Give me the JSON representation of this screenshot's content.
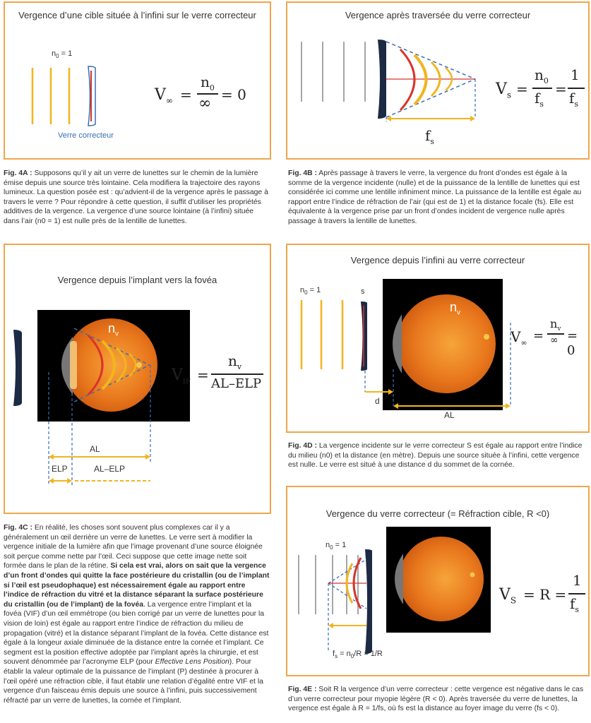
{
  "panelA": {
    "title": "Vergence d’une cible située à l’infini sur le verre correcteur",
    "n0": "n",
    "n0_sub": "0",
    "n0_value": " = 1",
    "lens_label": "Verre correcteur",
    "formula": {
      "V": "V",
      "V_sub": "∞",
      "eq1": "=",
      "num": "n",
      "num_sub": "0",
      "den": "∞",
      "eq2": "= 0"
    },
    "caption_fig": "Fig. 4A :",
    "caption": " Supposons qu’il y ait un verre de lunettes sur le chemin de la lumière émise depuis une source très lointaine. Cela modifiera la trajectoire des rayons lumineux. La question posée est : qu’advient-il de la vergence après le passage à travers le verre ? Pour répondre à cette question, il suffit d’utiliser les propriétés additives de la vergence. La vergence d’une source lointaine (à l’infini) située dans l’air (n0 = 1) est nulle près de la lentille de lunettes."
  },
  "panelB": {
    "title": "Vergence après traversée du verre correcteur",
    "fs": "f",
    "fs_sub": "s",
    "formula": {
      "V": "V",
      "V_sub": "s",
      "eq1": "=",
      "num": "n",
      "num_sub": "0",
      "den": "f",
      "den_sub": "s",
      "eq2": "=",
      "num2": "1",
      "den2": "f",
      "den2_sub": "s"
    },
    "caption_fig": "Fig. 4B :",
    "caption": " Après passage à travers le verre, la vergence du front d’ondes est égale à la somme de la vergence incidente (nulle) et de la puissance de la lentille de lunettes qui est considérée ici comme une lentille infiniment mince. La puissance de la lentille est égale au rapport entre l’indice de réfraction de l’air (qui est de 1) et la distance focale (fs). Elle est équivalente à la vergence prise par un front d’ondes incident de vergence nulle après passage à travers la lentille de lunettes."
  },
  "panelC": {
    "title": "Vergence depuis l’implant vers la fovéa",
    "nv": "n",
    "nv_sub": "v",
    "AL": "AL",
    "ELP": "ELP",
    "AL_ELP": "AL–ELP",
    "formula": {
      "V": "V",
      "V_sub": "IF",
      "eq1": "=",
      "num": "n",
      "num_sub": "v",
      "den": "AL–ELP"
    },
    "caption_fig": "Fig. 4C :",
    "caption_a": " En réalité, les choses sont souvent plus complexes car il y a généralement un œil derrière un verre de lunettes. Le verre sert à modifier la vergence initiale de la lumière afin que l’image provenant d’une source éloignée soit perçue comme nette par l’œil. Ceci suppose que cette image nette soit formée dans le plan de la rétine. ",
    "caption_bold": "Si cela est vrai, alors on sait que la vergence d’un front d’ondes qui quitte la face postérieure du cristallin (ou de l’implant si l’œil est pseudophaque) est nécessairement égale au rapport entre l’indice de réfraction du vitré et la distance séparant la surface postérieure du cristallin (ou de l’implant) de la fovéa",
    "caption_b": ". La vergence entre l’implant et la fovéa (VIF) d’un œil emmétrope (ou bien corrigé par un verre de lunettes pour la vision de loin) est égale au rapport entre l’indice de réfraction du milieu de propagation (vitré) et la distance séparant l’implant de la fovéa. Cette distance est égale à la longeur axiale diminuée de la distance entre la cornée et l’implant. Ce segment est la position effective adoptée par l’implant après la chirurgie, et est souvent dénommée par l’acronyme ELP (pour ",
    "caption_italic": "Effective Lens Position",
    "caption_c": "). Pour établir la valeur optimale de la puissance de l’implant (P) destinée à procurer à l’œil opéré une réfraction cible, il faut établir une relation d’égalité entre VIF et la vergence d’un faisceau émis depuis une source à l’infini, puis successivement réfracté par un verre de lunettes, la cornée et l’implant."
  },
  "panelD": {
    "title": "Vergence depuis l’infini au verre correcteur",
    "n0": "n",
    "n0_sub": "0",
    "n0_value": " = 1",
    "s": "s",
    "nv": "n",
    "nv_sub": "v",
    "d": "d",
    "AL": "AL",
    "formula": {
      "V": "V",
      "V_sub": "∞",
      "eq1": "=",
      "num": "n",
      "num_sub": "v",
      "den": "∞",
      "eq2": "= 0"
    },
    "caption_fig": "Fig. 4D :",
    "caption": " La vergence incidente sur le verre correcteur S est égale au rapport entre l’indice du milieu (n0) et la distance (en mètre). Depuis une source située à l’infini, cette vergence est nulle. Le verre est situé à une distance d du sommet de la cornée."
  },
  "panelE": {
    "title": "Vergence du verre correcteur (= Réfraction cible,  R <0)",
    "n0": "n",
    "n0_sub": "0",
    "n0_value": " = 1",
    "fs_label_a": "f",
    "fs_label_sub": "s",
    "fs_label_b": " = n",
    "fs_label_sub2": "0",
    "fs_label_c": "/R = 1/R",
    "formula": {
      "V": "V",
      "V_sub": "S",
      "eq1": "= R =",
      "num": "1",
      "den": "f",
      "den_sub": "s"
    },
    "caption_fig": "Fig. 4E :",
    "caption": " Soit R la vergence d’un verre correcteur : cette vergence est négative dans le cas d’un verre correcteur pour myopie légère (R < 0). Après traversée du verre de lunettes, la vergence est égale à R = 1/fs, où fs est la distance au foyer image du verre (fs < 0)."
  },
  "colors": {
    "frame": "#f0a64b",
    "wave": "#f2b51e",
    "red": "#d8342a",
    "blue_dash": "#3a6db4",
    "lens_dark": "#1d2a44"
  }
}
